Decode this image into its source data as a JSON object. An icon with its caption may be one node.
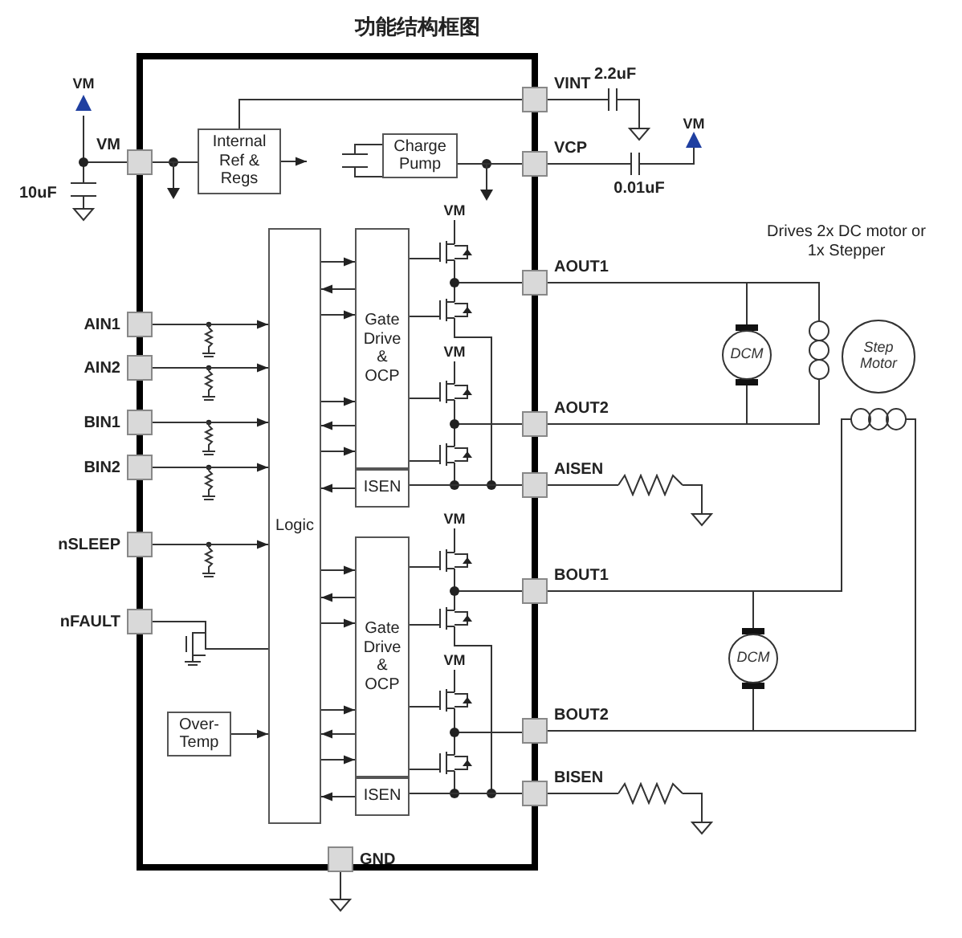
{
  "diagram": {
    "title": "功能结构框图",
    "nodes": [
      {
        "text": [
          "VM"
        ]
      },
      {
        "text": [
          "Internal Ref & Regs"
        ]
      },
      {
        "text": [
          "Charge Pump"
        ]
      },
      {
        "text": [
          "VINT"
        ]
      },
      {
        "text": [
          "VCP"
        ]
      },
      {
        "text": [
          "AIN1"
        ]
      },
      {
        "text": [
          "AIN2"
        ]
      },
      {
        "text": [
          "BIN1"
        ]
      },
      {
        "text": [
          "BIN2"
        ]
      },
      {
        "text": [
          "nSLEEP"
        ]
      },
      {
        "text": [
          "nFAULT"
        ]
      },
      {
        "text": [
          "Logic"
        ]
      },
      {
        "text": [
          "Gate Drive & OCP"
        ]
      },
      {
        "text": [
          "ISEN"
        ]
      },
      {
        "text": [
          "Gate Drive & OCP"
        ]
      },
      {
        "text": [
          "ISEN"
        ]
      },
      {
        "text": [
          "Over-Temp"
        ]
      },
      {
        "text": [
          "AOUT1"
        ]
      },
      {
        "text": [
          "AOUT2"
        ]
      },
      {
        "text": [
          "AISEN"
        ]
      },
      {
        "text": [
          "BOUT1"
        ]
      },
      {
        "text": [
          "BOUT2"
        ]
      },
      {
        "text": [
          "BISEN"
        ]
      },
      {
        "text": [
          "GND"
        ]
      },
      {
        "text": [
          "DCM"
        ]
      },
      {
        "text": [],
        "shape": "coil"
      },
      {
        "text": [
          "Step Motor"
        ]
      },
      {
        "text": [],
        "shape": "coil"
      },
      {
        "text": [
          "DCM"
        ]
      },
      {
        "text": [],
        "shape": "resistor"
      },
      {
        "text": [],
        "shape": "resistor"
      }
    ],
    "edges": [
      {
        "from": 0,
        "to": 1,
        "arrow": "none"
      },
      {
        "from": 1,
        "to": null,
        "arrow": "to"
      },
      {
        "from": 1,
        "to": 3,
        "arrow": "none"
      },
      {
        "from": 2,
        "to": 4,
        "arrow": "none"
      },
      {
        "from": 5,
        "to": 11,
        "arrow": "to"
      },
      {
        "from": 6,
        "to": 11,
        "arrow": "to"
      },
      {
        "from": 7,
        "to": 11,
        "arrow": "to"
      },
      {
        "from": 8,
        "to": 11,
        "arrow": "to"
      },
      {
        "from": 9,
        "to": 11,
        "arrow": "to"
      },
      {
        "from": 10,
        "to": 11,
        "arrow": "none"
      },
      {
        "from": 16,
        "to": 11,
        "arrow": "to"
      },
      {
        "from": 11,
        "to": 12,
        "arrow": "to"
      },
      {
        "from": 12,
        "to": 11,
        "arrow": "to"
      },
      {
        "from": 11,
        "to": 12,
        "arrow": "to"
      },
      {
        "from": 11,
        "to": 12,
        "arrow": "to"
      },
      {
        "from": 12,
        "to": 11,
        "arrow": "to"
      },
      {
        "from": 11,
        "to": 12,
        "arrow": "to"
      },
      {
        "from": 13,
        "to": 11,
        "arrow": "to"
      },
      {
        "from": 11,
        "to": 14,
        "arrow": "to"
      },
      {
        "from": 14,
        "to": 11,
        "arrow": "to"
      },
      {
        "from": 11,
        "to": 14,
        "arrow": "to"
      },
      {
        "from": 11,
        "to": 14,
        "arrow": "to"
      },
      {
        "from": 14,
        "to": 11,
        "arrow": "to"
      },
      {
        "from": 11,
        "to": 14,
        "arrow": "to"
      },
      {
        "from": 15,
        "to": 11,
        "arrow": "to"
      },
      {
        "from": 17,
        "to": 24,
        "arrow": "none"
      },
      {
        "from": 18,
        "to": 24,
        "arrow": "none"
      },
      {
        "from": 17,
        "to": 25,
        "arrow": "none"
      },
      {
        "from": 18,
        "to": 25,
        "arrow": "none"
      },
      {
        "from": 20,
        "to": 28,
        "arrow": "none"
      },
      {
        "from": 21,
        "to": 28,
        "arrow": "none"
      },
      {
        "from": 20,
        "to": 27,
        "arrow": "none"
      },
      {
        "from": 21,
        "to": 27,
        "arrow": "none"
      },
      {
        "from": 13,
        "to": 19,
        "arrow": "none"
      },
      {
        "from": 15,
        "to": 22,
        "arrow": "none"
      },
      {
        "from": 19,
        "to": 29,
        "arrow": "none"
      },
      {
        "from": 22,
        "to": 30,
        "arrow": "none"
      }
    ],
    "labels": [
      "2.2uF",
      "VM",
      "VM",
      "0.01uF",
      "10uF",
      "VM",
      "Drives 2x DC motor or 1x Stepper",
      "VM",
      "VM",
      "VM"
    ]
  }
}
